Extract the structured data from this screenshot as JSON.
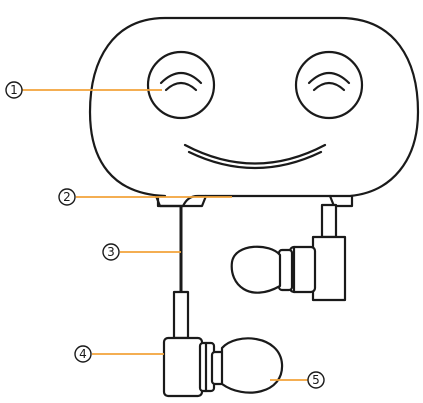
{
  "colors": {
    "outline": "#1a1a1a",
    "callout_line": "#f2a33a",
    "background": "#ffffff"
  },
  "callouts": [
    {
      "id": "1",
      "label": "1"
    },
    {
      "id": "2",
      "label": "2"
    },
    {
      "id": "3",
      "label": "3"
    },
    {
      "id": "4",
      "label": "4"
    },
    {
      "id": "5",
      "label": "5"
    }
  ]
}
